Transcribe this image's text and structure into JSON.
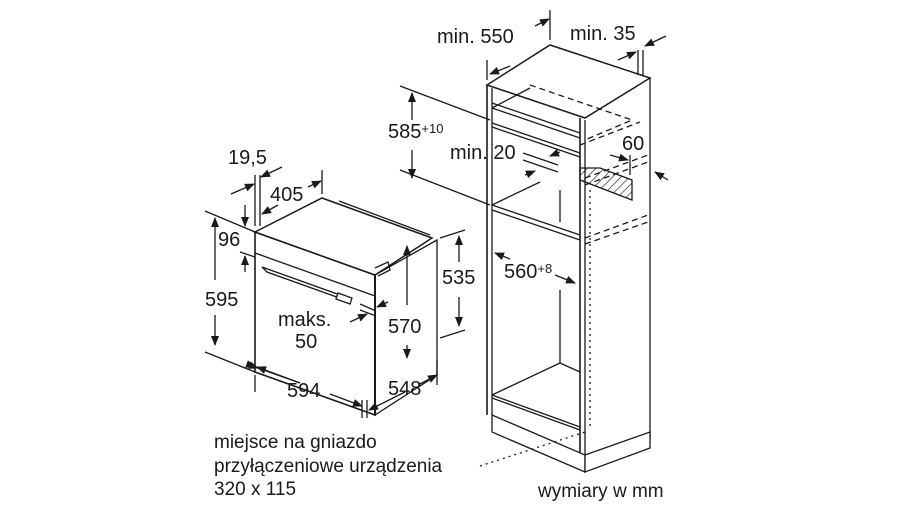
{
  "diagram": {
    "type": "built-in oven installation dimensions",
    "oven": {
      "depth_top": "405",
      "front_panel_thickness": "19,5",
      "control_panel_height": "96",
      "total_height": "595",
      "body_height": "570",
      "side_height": "535",
      "width": "594",
      "depth": "548",
      "door_gap_label": "maks.",
      "door_gap_value": "50"
    },
    "cabinet": {
      "min_depth": "min. 550",
      "min_rear_gap": "min. 35",
      "niche_height": "585",
      "niche_height_tol": "+10",
      "min_top_gap": "min. 20",
      "vent_depth": "60",
      "niche_width": "560",
      "niche_width_tol": "+8"
    },
    "notes": {
      "socket_line1": "miejsce na gniazdo",
      "socket_line2": "przyłączeniowe urządzenia",
      "socket_line3": "320 x 115",
      "units": "wymiary w mm"
    },
    "colors": {
      "line": "#1a1a1a",
      "background": "#ffffff"
    }
  }
}
